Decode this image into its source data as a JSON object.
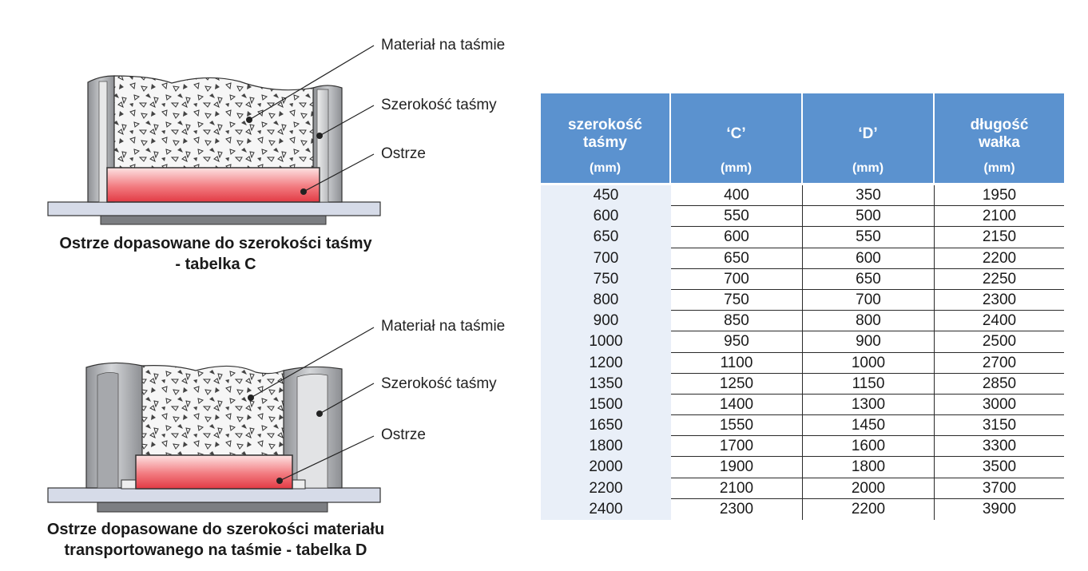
{
  "diagram_c": {
    "label_material": "Materiał na taśmie",
    "label_width": "Szerokość taśmy",
    "label_blade": "Ostrze",
    "caption_line1": "Ostrze dopasowane do szerokości taśmy",
    "caption_line2": "- tabelka C"
  },
  "diagram_d": {
    "label_material": "Materiał na taśmie",
    "label_width": "Szerokość taśmy",
    "label_blade": "Ostrze",
    "caption_line1": "Ostrze dopasowane do szerokości materiału",
    "caption_line2": "transportowanego na taśmie - tabelka D"
  },
  "colors": {
    "header_blue": "#5b92cf",
    "first_col_bg": "#e9eff8",
    "blade_red": "#e8404a",
    "frame_gray": "#9a9ca0",
    "belt_blue_gray": "#d6dbe8"
  },
  "table": {
    "headers": [
      {
        "name_line1": "szerokość",
        "name_line2": "taśmy",
        "unit": "(mm)"
      },
      {
        "name_line1": "‘C’",
        "name_line2": "",
        "unit": "(mm)"
      },
      {
        "name_line1": "‘D’",
        "name_line2": "",
        "unit": "(mm)"
      },
      {
        "name_line1": "długość",
        "name_line2": "wałka",
        "unit": "(mm)"
      }
    ],
    "rows": [
      [
        "450",
        "400",
        "350",
        "1950"
      ],
      [
        "600",
        "550",
        "500",
        "2100"
      ],
      [
        "650",
        "600",
        "550",
        "2150"
      ],
      [
        "700",
        "650",
        "600",
        "2200"
      ],
      [
        "750",
        "700",
        "650",
        "2250"
      ],
      [
        "800",
        "750",
        "700",
        "2300"
      ],
      [
        "900",
        "850",
        "800",
        "2400"
      ],
      [
        "1000",
        "950",
        "900",
        "2500"
      ],
      [
        "1200",
        "1100",
        "1000",
        "2700"
      ],
      [
        "1350",
        "1250",
        "1150",
        "2850"
      ],
      [
        "1500",
        "1400",
        "1300",
        "3000"
      ],
      [
        "1650",
        "1550",
        "1450",
        "3150"
      ],
      [
        "1800",
        "1700",
        "1600",
        "3300"
      ],
      [
        "2000",
        "1900",
        "1800",
        "3500"
      ],
      [
        "2200",
        "2100",
        "2000",
        "3700"
      ],
      [
        "2400",
        "2300",
        "2200",
        "3900"
      ]
    ]
  }
}
